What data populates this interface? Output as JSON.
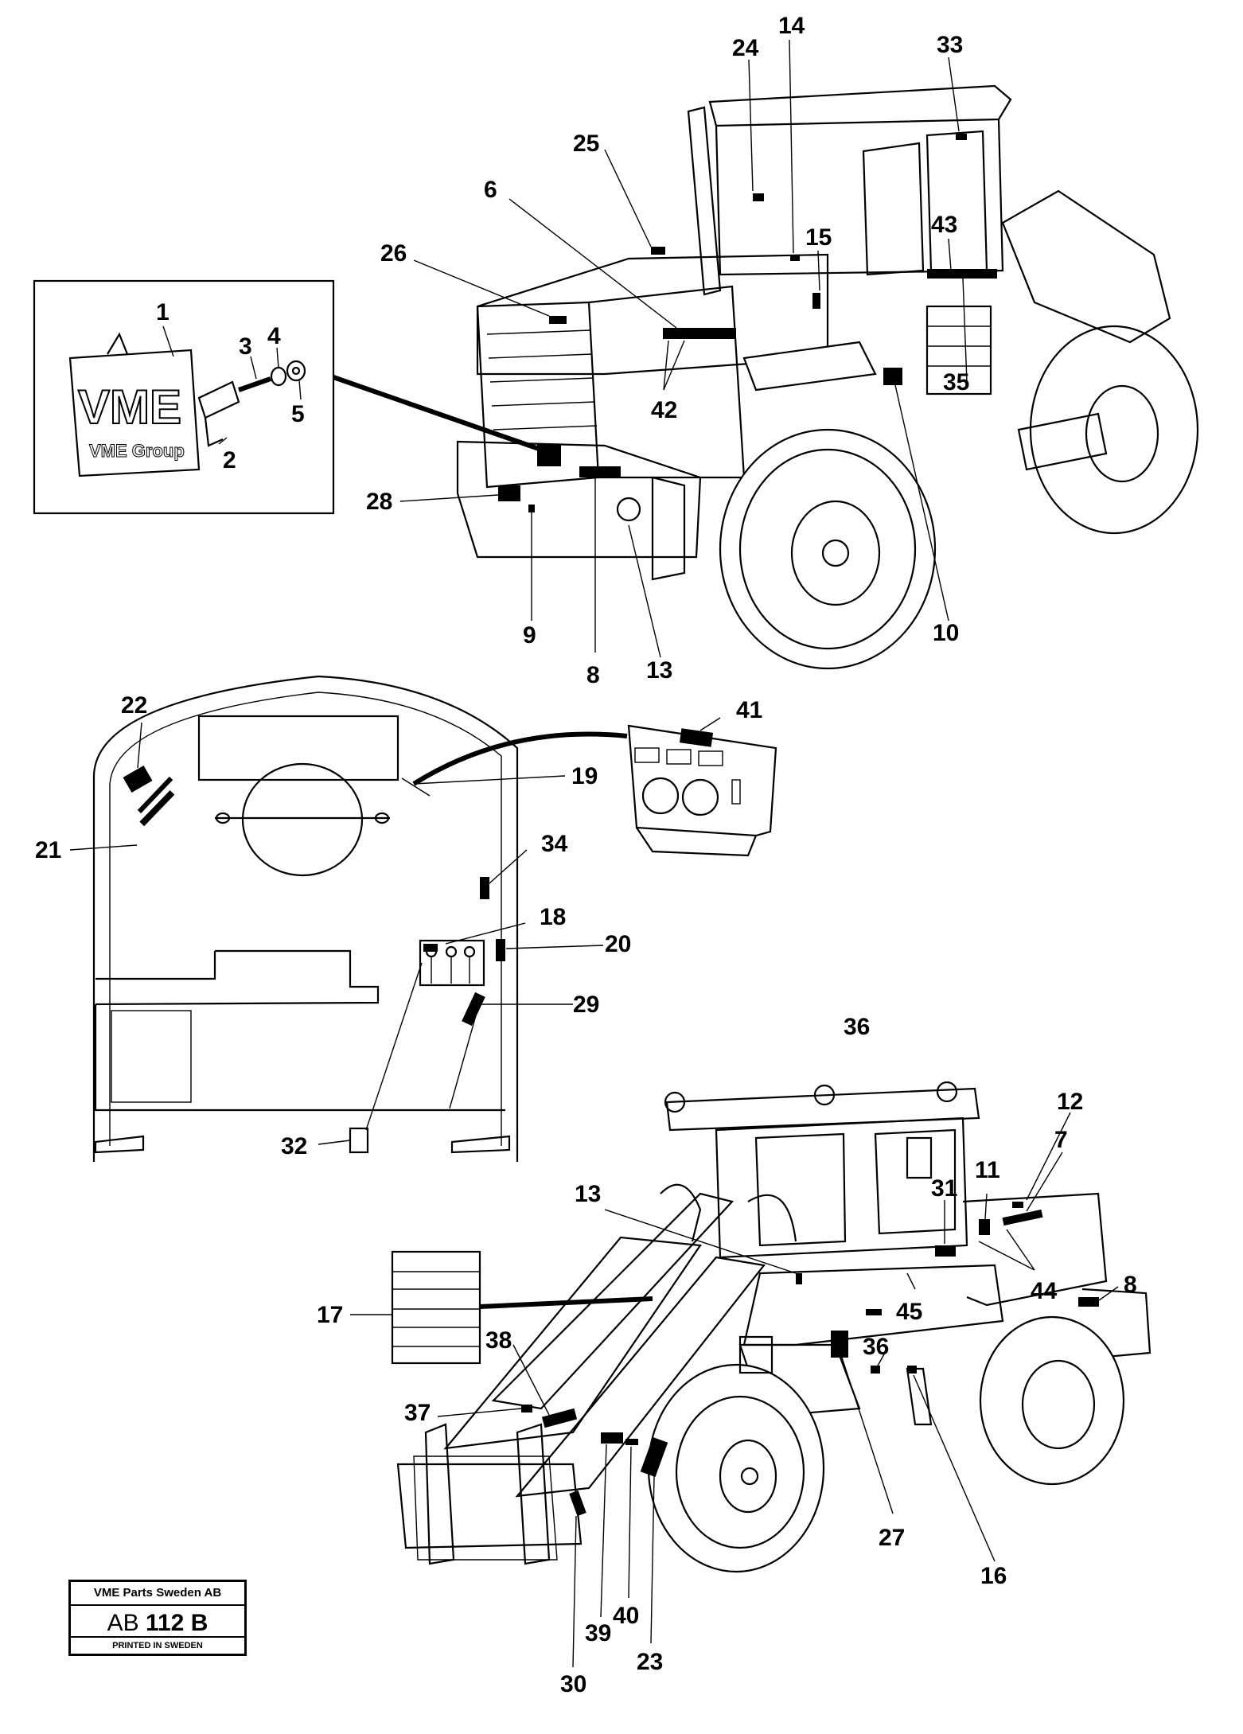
{
  "logo": {
    "letters": "VME",
    "subtitle": "VME Group"
  },
  "title_block": {
    "company": "VME Parts Sweden AB",
    "code_prefix": "AB",
    "code_number": "112",
    "code_suffix": "B",
    "printed": "PRINTED IN SWEDEN"
  },
  "callouts": {
    "c1": "1",
    "c2": "2",
    "c3": "3",
    "c4": "4",
    "c5": "5",
    "c6": "6",
    "c7": "7",
    "c8a": "8",
    "c8b": "8",
    "c9": "9",
    "c10": "10",
    "c11": "11",
    "c12": "12",
    "c13a": "13",
    "c13b": "13",
    "c14": "14",
    "c15": "15",
    "c16": "16",
    "c17": "17",
    "c18": "18",
    "c19": "19",
    "c20": "20",
    "c21": "21",
    "c22": "22",
    "c23": "23",
    "c24": "24",
    "c25": "25",
    "c26": "26",
    "c27": "27",
    "c28": "28",
    "c29": "29",
    "c30": "30",
    "c31": "31",
    "c32": "32",
    "c33": "33",
    "c34": "34",
    "c35": "35",
    "c36a": "36",
    "c36b": "36",
    "c37": "37",
    "c38": "38",
    "c39": "39",
    "c40": "40",
    "c41": "41",
    "c42": "42",
    "c43": "43",
    "c44": "44",
    "c45": "45"
  }
}
